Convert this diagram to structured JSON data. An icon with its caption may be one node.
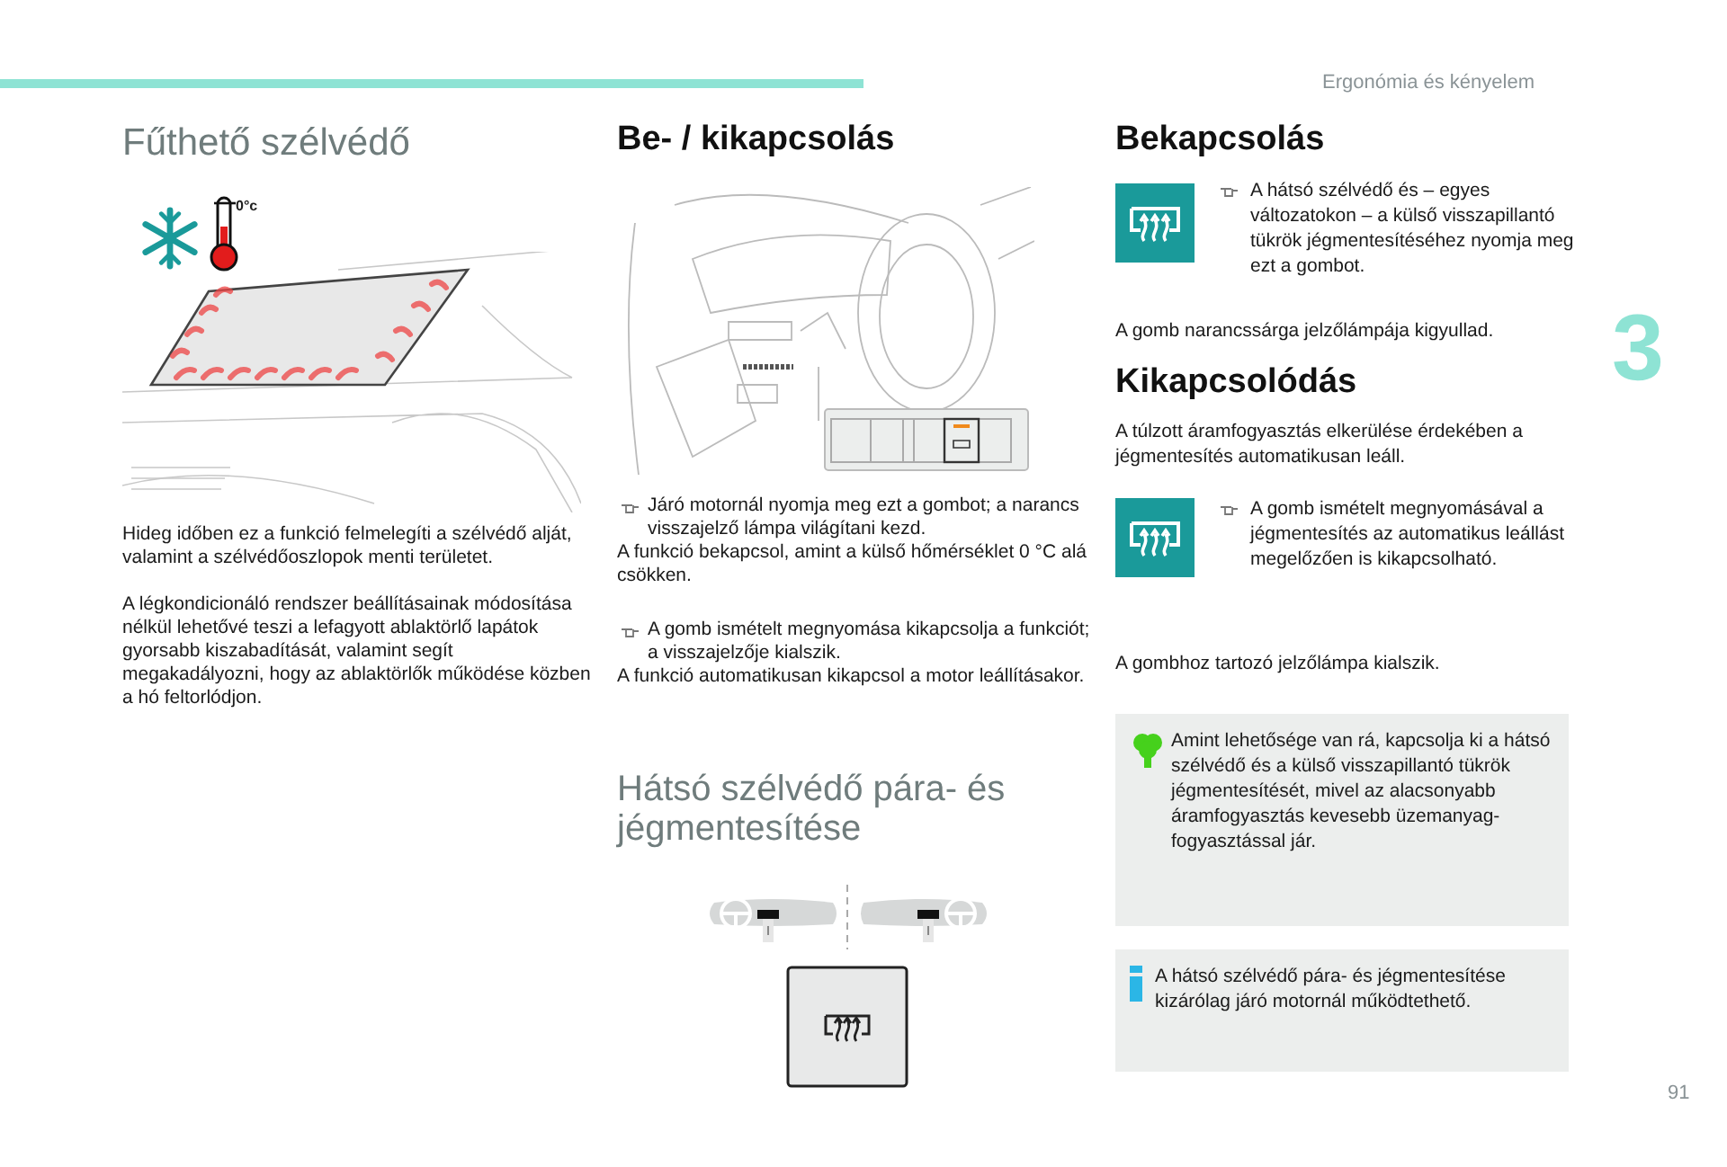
{
  "diagram": {
    "nodes": [
      {
        "text": [
          "Amint lehetősége van rá, kapcsolja ki a hátsó szélvédő és a külső visszapillantó tükrök jégmentesítését, mivel az alacsonyabb áramfogyasztás kevesebb üzemanyag-fogyasztással jár."
        ]
      },
      {
        "text": [
          "A hátsó szélvédő pára- és jégmentesítése kizárólag járó motornál működtethető."
        ]
      }
    ],
    "edges": [],
    "labels": [
      "Ergonómia és kényelem",
      "Fűthető szélvédő",
      "0°c",
      "Hideg időben ez a funkció felmelegíti a szélvédő alját, valamint a szélvédőoszlopok menti területet.",
      "A légkondicionáló rendszer beállításainak módosítása nélkül lehetővé teszi a lefagyott ablaktörlő lapátok gyorsabb kiszabadítását, valamint segít megakadályozni, hogy az ablaktörlők működése közben a hó feltorlódjon.",
      "Be- / kikapcsolás",
      "Járó motornál nyomja meg ezt a gombot; a narancs visszajelző lámpa világítani kezd.",
      "A funkció bekapcsol, amint a külső hőmérséklet 0 °C alá csökken.",
      "A gomb ismételt megnyomása kikapcsolja a funkciót; a visszajelzője kialszik.",
      "A funkció automatikusan kikapcsol a motor leállításakor.",
      "Hátsó szélvédő pára- és jégmentesítése",
      "Bekapcsolás",
      "A hátsó szélvédő és – egyes változatokon – a külső visszapillantó tükrök jégmentesítéséhez nyomja meg ezt a gombot.",
      "A gomb narancssárga jelzőlámpája kigyullad.",
      "Kikapcsolódás",
      "A túlzott áramfogyasztás elkerülése érdekében a jégmentesítés automatikusan leáll.",
      "A gomb ismételt megnyomásával a jégmentesítés az automatikus leállást megelőzően is kikapcsolható.",
      "A gombhoz tartozó jelzőlámpa kialszik.",
      "3",
      "91"
    ]
  }
}
